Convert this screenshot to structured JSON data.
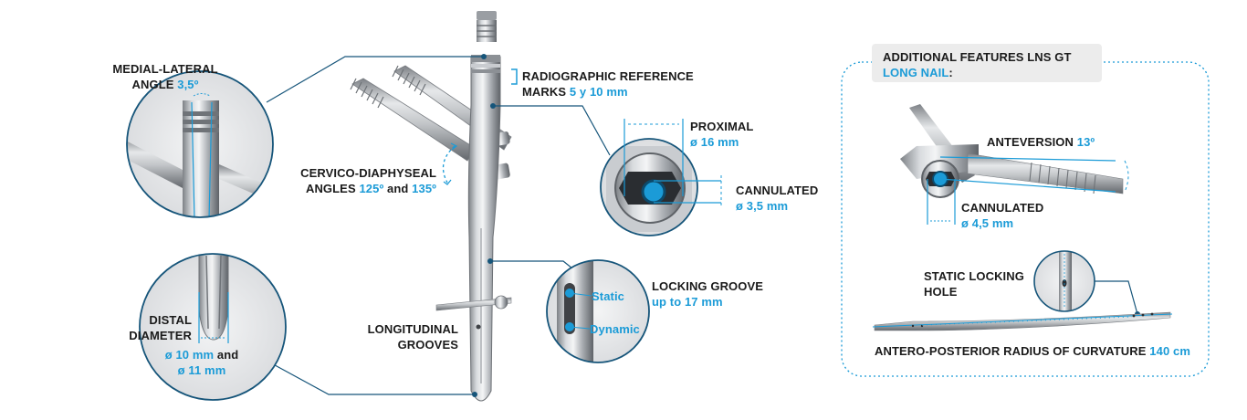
{
  "labels": {
    "medial_lateral": {
      "line1": "MEDIAL-LATERAL",
      "line2_prefix": "ANGLE",
      "value": "3,5º"
    },
    "radiographic": {
      "line1": "RADIOGRAPHIC REFERENCE",
      "line2_prefix": "MARKS",
      "value": "5 y 10 mm"
    },
    "cervico": {
      "line1": "CERVICO-DIAPHYSEAL",
      "line2_prefix": "ANGLES",
      "value1": "125º",
      "and": "and",
      "value2": "135º"
    },
    "proximal": {
      "title": "PROXIMAL",
      "value": "ø 16 mm"
    },
    "cannulated_main": {
      "title": "CANNULATED",
      "value": "ø 3,5 mm"
    },
    "distal": {
      "line1": "DISTAL",
      "line2": "DIAMETER",
      "value1": "ø 10 mm",
      "and": "and",
      "value2": "ø 11 mm"
    },
    "longitudinal": {
      "line1": "LONGITUDINAL",
      "line2": "GROOVES"
    },
    "locking_groove": {
      "title": "LOCKING GROOVE",
      "value": "up to 17 mm",
      "static": "Static",
      "dynamic": "Dynamic"
    }
  },
  "additional": {
    "title_line1": "ADDITIONAL FEATURES LNS GT",
    "title_line2": "LONG NAIL",
    "colon": ":",
    "anteversion": {
      "title": "ANTEVERSION",
      "value": "13º"
    },
    "cannulated": {
      "title": "CANNULATED",
      "value": "ø 4,5 mm"
    },
    "static_locking": {
      "line1": "STATIC LOCKING",
      "line2": "HOLE"
    },
    "radius": {
      "title": "ANTERO-POSTERIOR RADIUS OF CURVATURE",
      "value": "140 cm"
    }
  },
  "colors": {
    "accent": "#1b9bd7",
    "text": "#1b1b1b",
    "callout_line": "#16557a",
    "metal": "#b9bcc0",
    "panel_border": "#1b9bd7"
  }
}
